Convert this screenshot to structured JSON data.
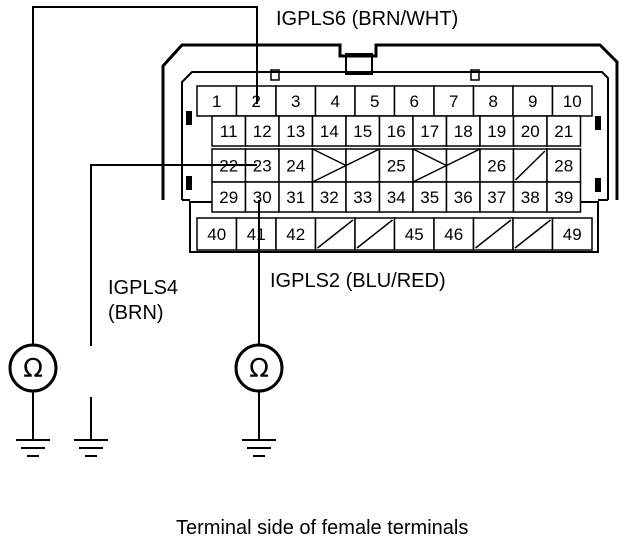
{
  "labels": {
    "top_wire": "IGPLS6 (BRN/WHT)",
    "left_wire_name": "IGPLS4",
    "left_wire_color": "(BRN)",
    "bottom_wire": "IGPLS2 (BLU/RED)",
    "caption": "Terminal side of female terminals"
  },
  "meter_symbol": "Ω",
  "connector": {
    "rows": [
      [
        "1",
        "2",
        "3",
        "4",
        "5",
        "6",
        "7",
        "8",
        "9",
        "10"
      ],
      [
        "11",
        "12",
        "13",
        "14",
        "15",
        "16",
        "17",
        "18",
        "19",
        "20",
        "21"
      ],
      [
        "22",
        "23",
        "24",
        "",
        "",
        "25",
        "",
        "",
        "26",
        "",
        "28"
      ],
      [
        "29",
        "30",
        "31",
        "32",
        "33",
        "34",
        "35",
        "36",
        "37",
        "38",
        "39"
      ],
      [
        "40",
        "41",
        "42",
        "",
        "",
        "45",
        "46",
        "",
        "",
        "49"
      ]
    ]
  },
  "probed_terminals": [
    "2",
    "23",
    "30"
  ]
}
